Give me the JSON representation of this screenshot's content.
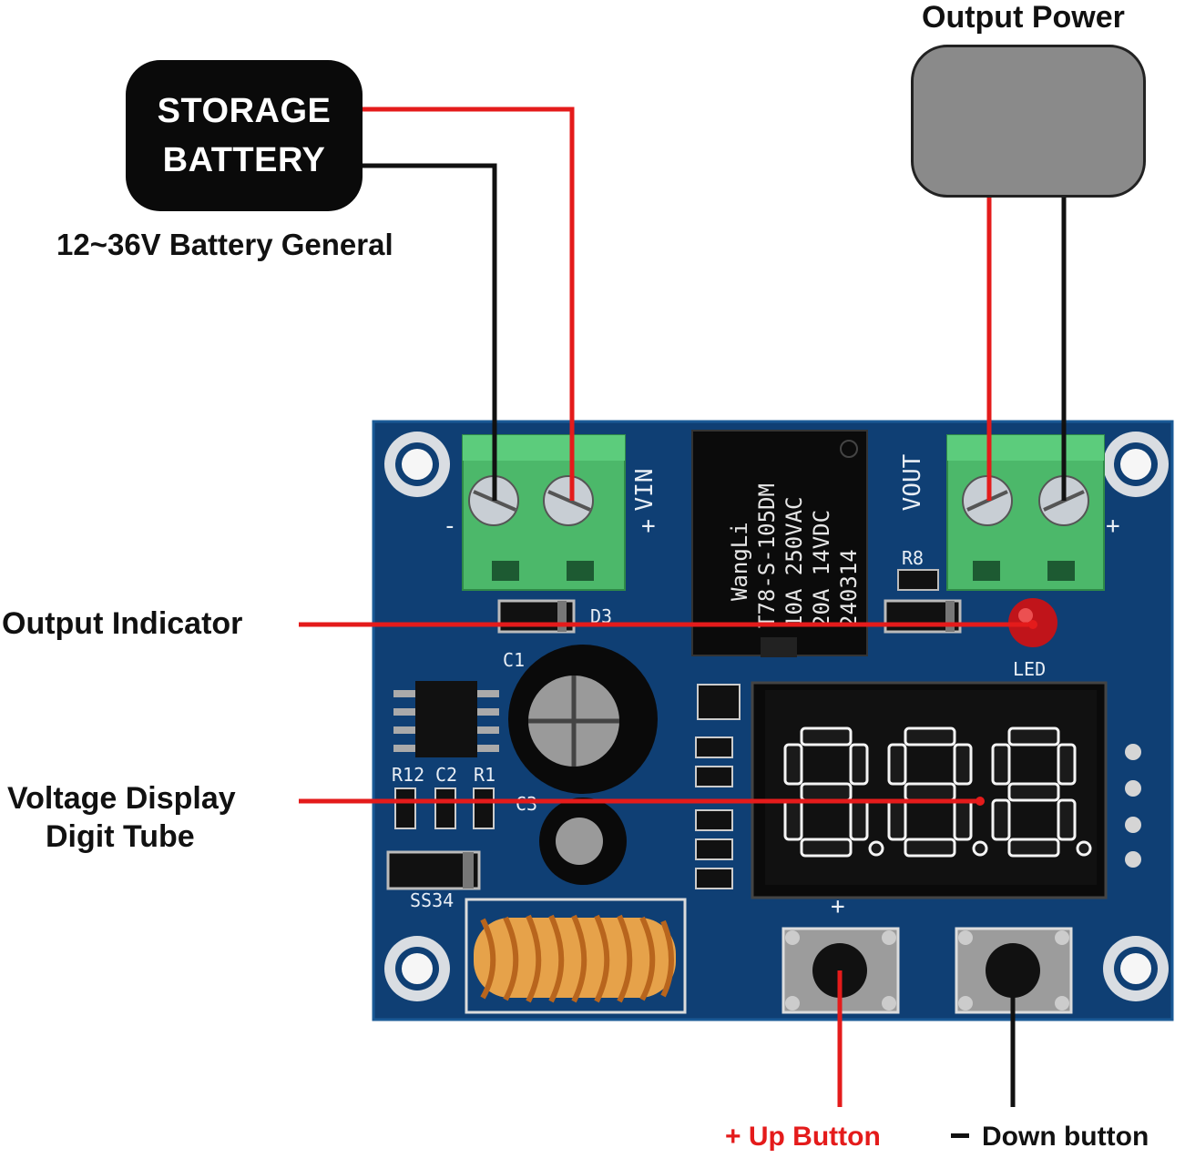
{
  "labels": {
    "storage_battery_line1": "STORAGE",
    "storage_battery_line2": "BATTERY",
    "battery_general": "12~36V Battery General",
    "output_power": "Output Power",
    "output_indicator": "Output Indicator",
    "voltage_display_line1": "Voltage Display",
    "voltage_display_line2": "Digit Tube",
    "up_button": "+ Up Button",
    "down_button": "Down button"
  },
  "board": {
    "vin": "VIN",
    "vout": "VOUT",
    "plus": "+",
    "minus": "-",
    "relay_brand": "WangLi",
    "relay_model": "T78-S-105DM",
    "relay_rating1": "10A 250VAC",
    "relay_rating2": "20A 14VDC",
    "relay_date": "240314",
    "led": "LED",
    "d3": "D3",
    "r8": "R8",
    "c1": "C1",
    "c2": "C2",
    "c3": "C3",
    "r1": "R1",
    "r12": "R12",
    "ss34": "SS34",
    "display_digits": "8.8.8."
  },
  "colors": {
    "red_wire": "#e41b1b",
    "black_wire": "#111111",
    "board_blue": "#0f3f74",
    "terminal_green": "#4cb86a",
    "display_red": "#ff2a2a",
    "output_box_gray": "#8a8a8a"
  }
}
